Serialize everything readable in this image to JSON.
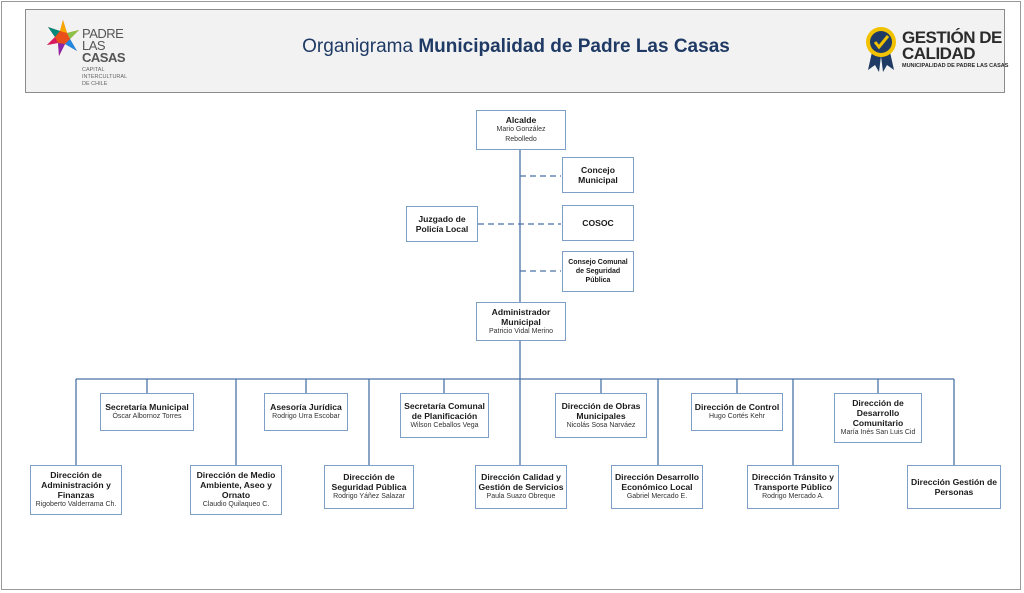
{
  "header": {
    "logo_left": {
      "line1": "PADRE",
      "line2": "LAS",
      "line3": "CASAS",
      "tagline": [
        "CAPITAL",
        "INTERCULTURAL",
        "DE CHILE"
      ],
      "icon": "star-logo-icon"
    },
    "title_prefix": "Organigrama",
    "title_main": "Municipalidad de Padre Las Casas",
    "logo_right": {
      "line1": "GESTIÓN DE",
      "line2": "CALIDAD",
      "line3": "MUNICIPALIDAD DE PADRE LAS CASAS",
      "icon": "quality-seal-icon"
    }
  },
  "colors": {
    "line": "#4a72a8",
    "box_border": "#7ea0c8",
    "title": "#1f3a64"
  },
  "nodes": {
    "alcalde": {
      "title": "Alcalde",
      "name": "Mario González Rebolledo"
    },
    "concejo": {
      "title": "Concejo Municipal"
    },
    "cosoc": {
      "title": "COSOC"
    },
    "juzgado": {
      "title": "Juzgado de Policía Local"
    },
    "seguridad_consejo": {
      "title": "Consejo Comunal de Seguridad Pública"
    },
    "administrador": {
      "title": "Administrador Municipal",
      "name": "Patricio Vidal Merino"
    },
    "secretaria_municipal": {
      "title": "Secretaría Municipal",
      "name": "Óscar Albornoz Torres"
    },
    "asesoria_juridica": {
      "title": "Asesoría Jurídica",
      "name": "Rodrigo Urra Escobar"
    },
    "secplan": {
      "title": "Secretaría Comunal de Planificación",
      "name": "Wilson Ceballos Vega"
    },
    "obras": {
      "title": "Dirección de Obras Municipales",
      "name": "Nicolás Sosa Narváez"
    },
    "control": {
      "title": "Dirección de Control",
      "name": "Hugo Cortés Kehr"
    },
    "dideco": {
      "title": "Dirección de Desarrollo Comunitario",
      "name": "María Inés San Luis Cid"
    },
    "finanzas": {
      "title": "Dirección de Administración y Finanzas",
      "name": "Rigoberto Valderrama Ch."
    },
    "medio_ambiente": {
      "title": "Dirección de Medio Ambiente, Aseo y Ornato",
      "name": "Claudio Quilaqueo C."
    },
    "seguridad": {
      "title": "Dirección de Seguridad Pública",
      "name": "Rodrigo Yáñez Salazar"
    },
    "calidad": {
      "title": "Dirección Calidad y Gestión de Servicios",
      "name": "Paula Suazo Obreque"
    },
    "economico": {
      "title": "Dirección Desarrollo Económico Local",
      "name": "Gabriel Mercado E."
    },
    "transito": {
      "title": "Dirección Tránsito y Transporte Público",
      "name": "Rodrigo Mercado A."
    },
    "personas": {
      "title": "Dirección Gestión de Personas"
    }
  }
}
